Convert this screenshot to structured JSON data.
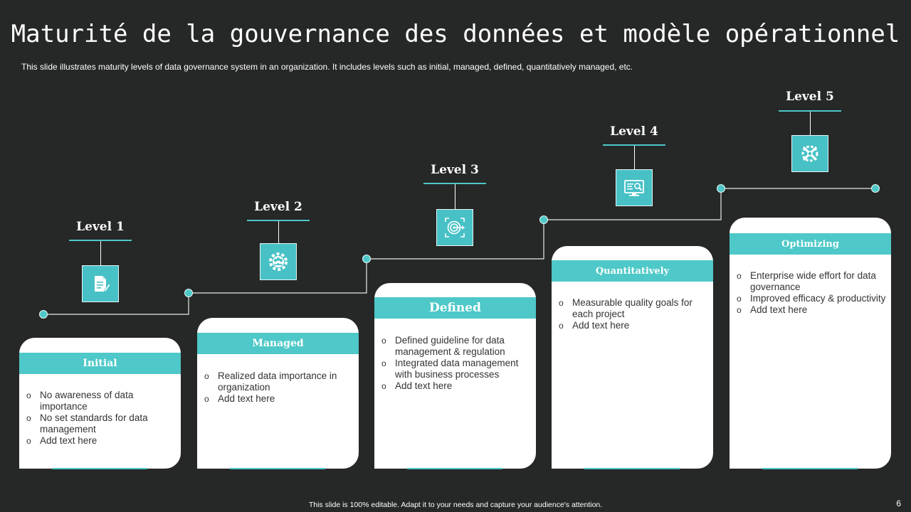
{
  "title": "Maturité de la gouvernance des données et modèle opérationnel",
  "subtitle": "This slide illustrates maturity levels of data governance system in an organization. It includes levels such as initial, managed, defined, quantitatively managed, etc.",
  "footer": "This slide is 100% editable. Adapt it to your needs and capture your audience's attention.",
  "page_number": "6",
  "accent_color": "#4ec8c8",
  "levels": [
    {
      "label": "Level 1",
      "icon": "document-edit-icon",
      "heading": "Initial",
      "bullets": [
        "No awareness of data importance",
        "No set standards for data management",
        "Add text here"
      ]
    },
    {
      "label": "Level 2",
      "icon": "team-gear-icon",
      "heading": "Managed",
      "bullets": [
        "Realized data importance in organization",
        "Add text here"
      ]
    },
    {
      "label": "Level 3",
      "icon": "target-icon",
      "heading": "Defined",
      "bullets": [
        "Defined guideline for data management & regulation",
        "Integrated data management with business processes",
        "Add text here"
      ]
    },
    {
      "label": "Level 4",
      "icon": "monitor-search-icon",
      "heading": "Quantitatively",
      "bullets": [
        "Measurable quality goals for each project",
        "Add text here"
      ]
    },
    {
      "label": "Level 5",
      "icon": "tools-icon",
      "heading": "Optimizing",
      "bullets": [
        "Enterprise wide effort for data governance",
        "Improved efficacy & productivity",
        "Add text here"
      ]
    }
  ]
}
